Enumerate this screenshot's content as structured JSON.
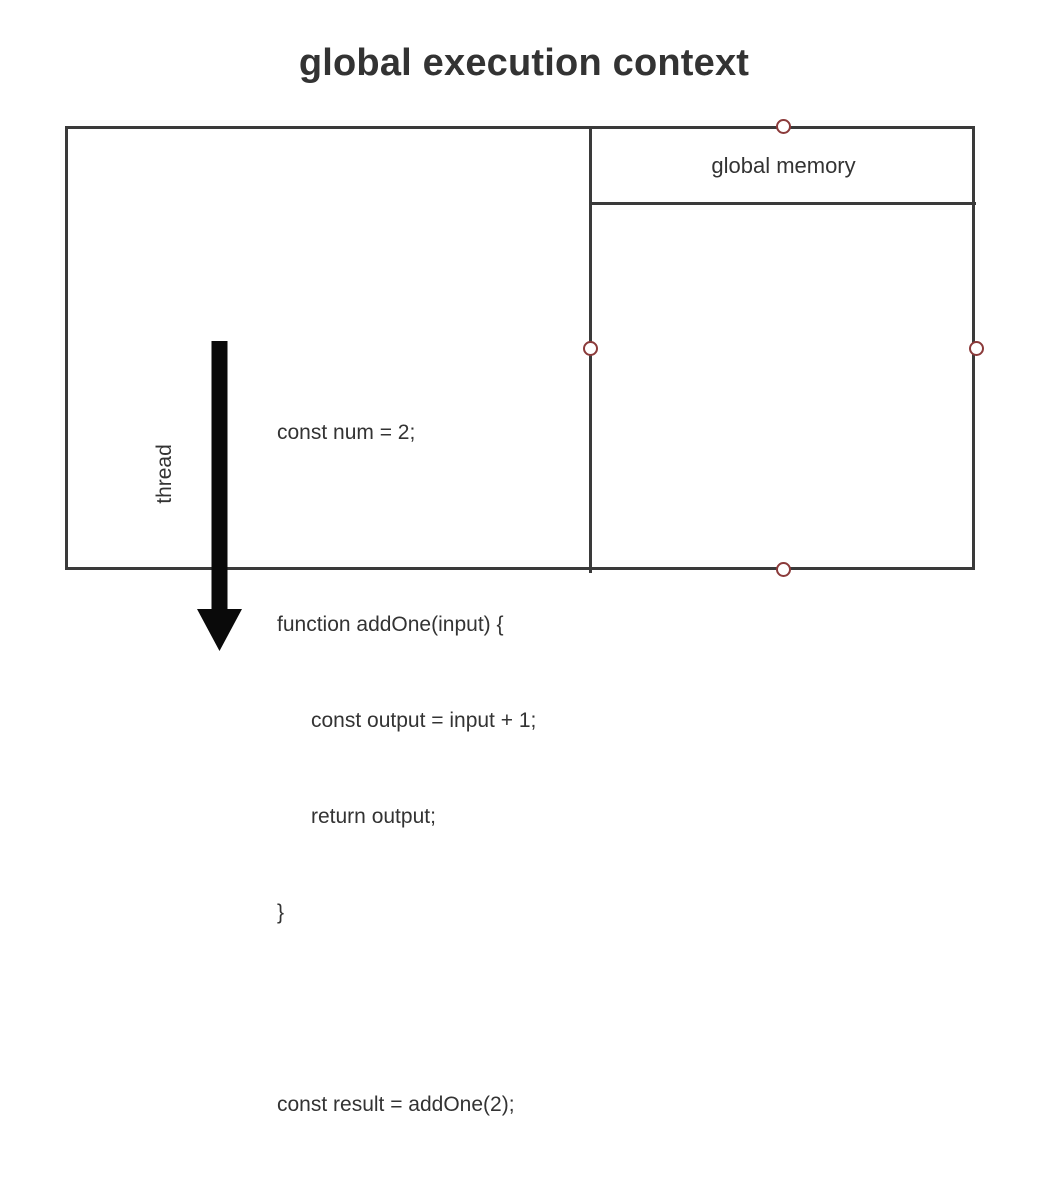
{
  "title": "global execution context",
  "colors": {
    "background": "#ffffff",
    "text": "#333333",
    "border": "#3a3a3a",
    "handle": "#8b3a3a",
    "arrow": "#0a0a0a"
  },
  "thread_panel": {
    "label": "thread",
    "arrow_icon": "down-arrow-icon",
    "code_lines": [
      {
        "text": "const num = 2;",
        "indent": 0
      },
      {
        "text": "",
        "indent": 0
      },
      {
        "text": "function addOne(input) {",
        "indent": 0
      },
      {
        "text": "const output = input + 1;",
        "indent": 1
      },
      {
        "text": "return output;",
        "indent": 1
      },
      {
        "text": "}",
        "indent": 0
      },
      {
        "text": "",
        "indent": 0
      },
      {
        "text": "const result = addOne(2);",
        "indent": 0
      }
    ]
  },
  "memory_panel": {
    "header": "global memory",
    "entries": []
  },
  "handles": [
    {
      "name": "handle-top",
      "position": "top-center"
    },
    {
      "name": "handle-bottom",
      "position": "bottom-center"
    },
    {
      "name": "handle-left",
      "position": "middle-left"
    },
    {
      "name": "handle-right",
      "position": "middle-right"
    }
  ]
}
